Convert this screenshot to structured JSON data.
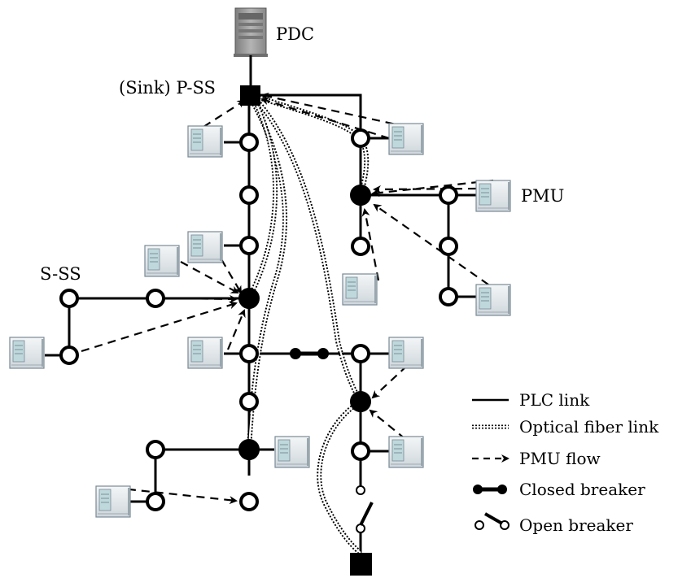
{
  "labels": {
    "pdc": "PDC",
    "sink": "(Sink) P-SS",
    "pmu": "PMU",
    "sss": "S-SS"
  },
  "legend": {
    "plc": "PLC link",
    "fiber": "Optical fiber link",
    "flow": "PMU flow",
    "closed": "Closed breaker",
    "open": "Open breaker"
  },
  "colors": {
    "pmu_body": "#e8ecef",
    "pmu_border": "#7a8a96",
    "pmu_panel": "#b9d4d8",
    "server": "#9a9a9a"
  }
}
